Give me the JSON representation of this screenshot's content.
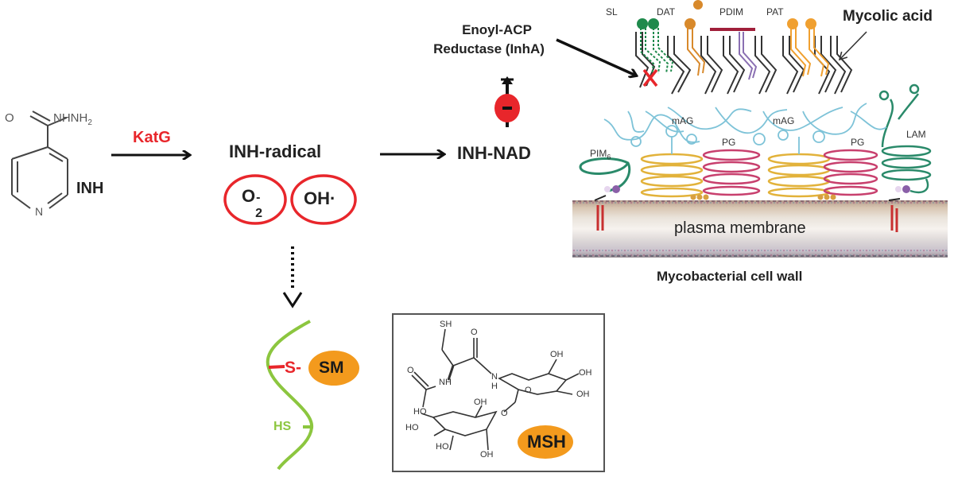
{
  "diagram": {
    "title": "Isoniazid (INH) activation and mechanism of action in Mycobacteria",
    "colors": {
      "enzyme_red": "#e8262b",
      "radical_circle": "#e8262b",
      "inhibit_red": "#e8262b",
      "mycothiol_green": "#8cc63f",
      "orange_blob": "#f39a1d",
      "sl_green": "#1f8a4c",
      "dat_orange": "#d8892b",
      "pdim_red": "#a01f3a",
      "pdim_purple": "#8a6fb2",
      "pat_orange": "#f0a030",
      "mag_blue": "#7ec3d8",
      "ag_yellow": "#e2b23a",
      "pg_magenta": "#c8406e",
      "lam_teal": "#2a8a6a"
    },
    "nodes": {
      "inh": {
        "label": "INH",
        "structure_labels": {
          "carbonyl_o": "O",
          "hydrazide": "NHNH",
          "hydrazide_sub": "2",
          "ring_n": "N"
        }
      },
      "katg": {
        "label": "KatG"
      },
      "inh_radical": {
        "label": "INH-radical"
      },
      "superoxide": {
        "base": "O",
        "sub": "2",
        "sup": "-"
      },
      "hydroxyl": {
        "label": "OH·"
      },
      "inh_nad": {
        "label": "INH-NAD"
      },
      "inha": {
        "line1": "Enoyl-ACP",
        "line2": "Reductase (InhA)"
      },
      "inhibition_symbol": "-",
      "mycolic_acid": {
        "label": "Mycolic acid"
      },
      "cell_wall": {
        "caption": "Mycobacterial cell wall",
        "membrane_label": "plasma membrane",
        "components": {
          "sl": "SL",
          "dat": "DAT",
          "pdim": "PDIM",
          "pat": "PAT",
          "mag_1": "mAG",
          "mag_2": "mAG",
          "pg_1": "PG",
          "pg_2": "PG",
          "pim": "PIM",
          "pim_sub": "6",
          "lam": "LAM"
        }
      },
      "mycothiol_protein": {
        "s_link": "S-",
        "sm": "SM",
        "hs": "HS"
      },
      "msh": {
        "label": "MSH",
        "structure_labels": {
          "sh": "SH",
          "o1": "O",
          "o2": "O",
          "nh": "NH",
          "n": "N",
          "h": "H",
          "oh1": "OH",
          "oh2": "OH",
          "oh3": "OH",
          "o_ring": "O",
          "o_link": "O",
          "oh4": "OH",
          "ho1": "HO",
          "ho2": "HO",
          "ho3": "HO",
          "oh5": "OH"
        }
      }
    }
  }
}
